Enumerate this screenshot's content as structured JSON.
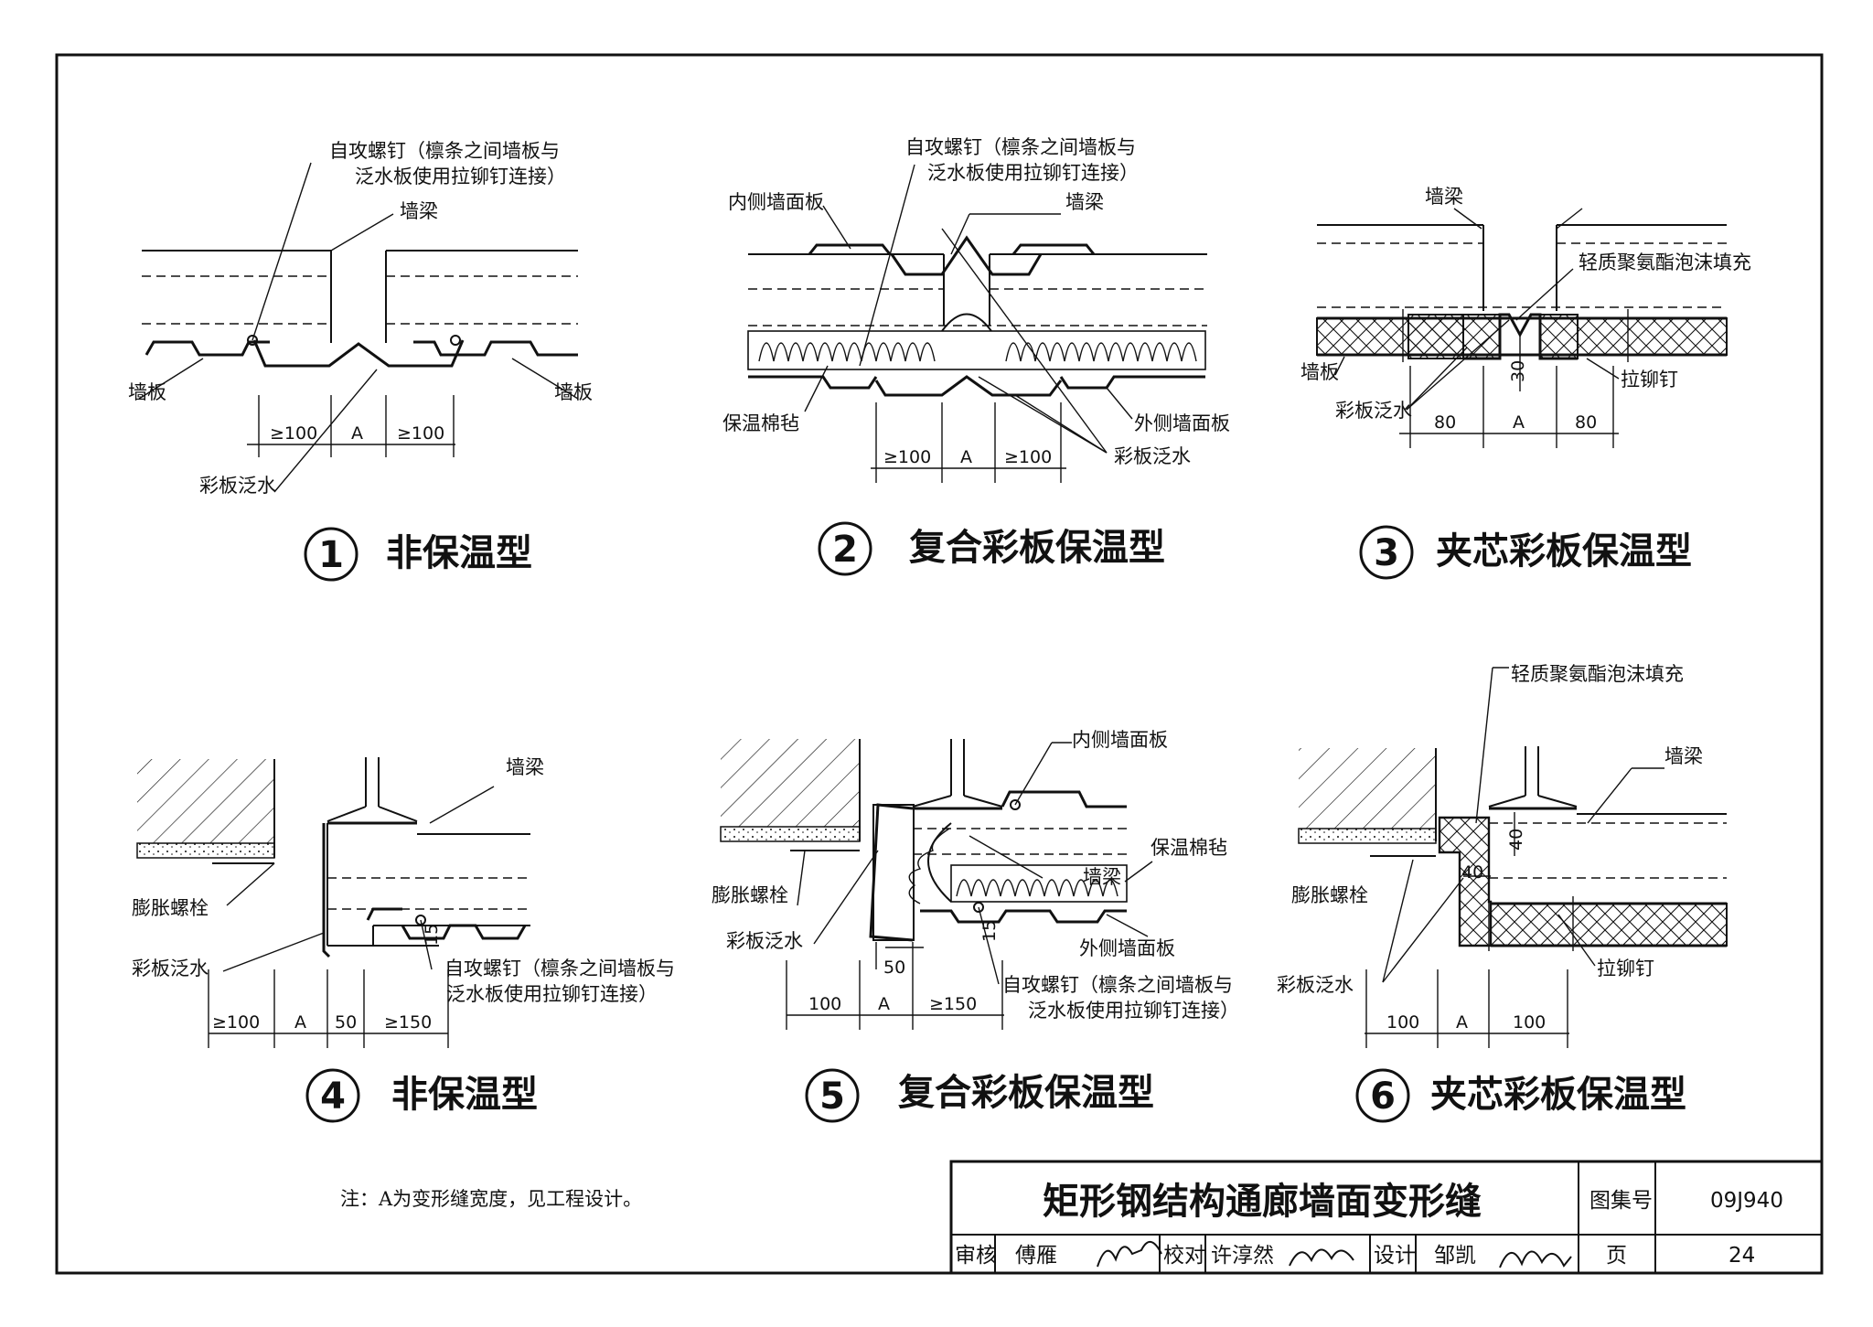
{
  "details": [
    {
      "number": "1",
      "caption": "非保温型",
      "labels": {
        "screw_line1": "自攻螺钉（檩条之间墙板与",
        "screw_line2": "泛水板使用拉铆钉连接）",
        "beam": "墙梁",
        "panel_left": "墙板",
        "panel_right": "墙板",
        "flashing": "彩板泛水"
      },
      "dims": [
        "≥100",
        "A",
        "≥100"
      ]
    },
    {
      "number": "2",
      "caption": "复合彩板保温型",
      "labels": {
        "screw_line1": "自攻螺钉（檩条之间墙板与",
        "screw_line2": "泛水板使用拉铆钉连接）",
        "inner_panel": "内侧墙面板",
        "beam": "墙梁",
        "insulation": "保温棉毡",
        "outer_panel": "外侧墙面板",
        "flashing": "彩板泛水"
      },
      "dims": [
        "≥100",
        "A",
        "≥100"
      ]
    },
    {
      "number": "3",
      "caption": "夹芯彩板保温型",
      "labels": {
        "beam": "墙梁",
        "foam": "轻质聚氨酯泡沫填充",
        "panel": "墙板",
        "flashing": "彩板泛水",
        "rivet": "拉铆钉",
        "gap": "30"
      },
      "dims": [
        "80",
        "A",
        "80"
      ]
    },
    {
      "number": "4",
      "caption": "非保温型",
      "labels": {
        "beam": "墙梁",
        "bolt": "膨胀螺栓",
        "flashing": "彩板泛水",
        "screw_line1": "自攻螺钉（檩条之间墙板与",
        "screw_line2": "泛水板使用拉铆钉连接）",
        "small": "15"
      },
      "dims": [
        "≥100",
        "A",
        "50",
        "≥150"
      ]
    },
    {
      "number": "5",
      "caption": "复合彩板保温型",
      "labels": {
        "inner_panel_top": "内侧墙面板",
        "beam": "墙梁",
        "insulation": "保温棉毡",
        "bolt": "膨胀螺栓",
        "flashing": "彩板泛水",
        "outer_panel": "外侧墙面板",
        "screw_line1": "自攻螺钉（檩条之间墙板与",
        "screw_line2": "泛水板使用拉铆钉连接）",
        "small": "15",
        "gap": "50"
      },
      "dims": [
        "100",
        "A",
        "≥150"
      ]
    },
    {
      "number": "6",
      "caption": "夹芯彩板保温型",
      "labels": {
        "foam": "轻质聚氨酯泡沫填充",
        "beam": "墙梁",
        "bolt": "膨胀螺栓",
        "flashing": "彩板泛水",
        "rivet": "拉铆钉",
        "d40a": "40",
        "d40b": "40"
      },
      "dims": [
        "100",
        "A",
        "100"
      ]
    }
  ],
  "note": "注：A为变形缝宽度，见工程设计。",
  "title_block": {
    "title": "矩形钢结构通廊墙面变形缝",
    "atlas_label": "图集号",
    "atlas_no": "09J940",
    "review_label": "审核",
    "reviewer": "傅雁",
    "check_label": "校对",
    "checker": "许淳然",
    "design_label": "设计",
    "designer": "邹凯",
    "page_label": "页",
    "page_no": "24"
  }
}
